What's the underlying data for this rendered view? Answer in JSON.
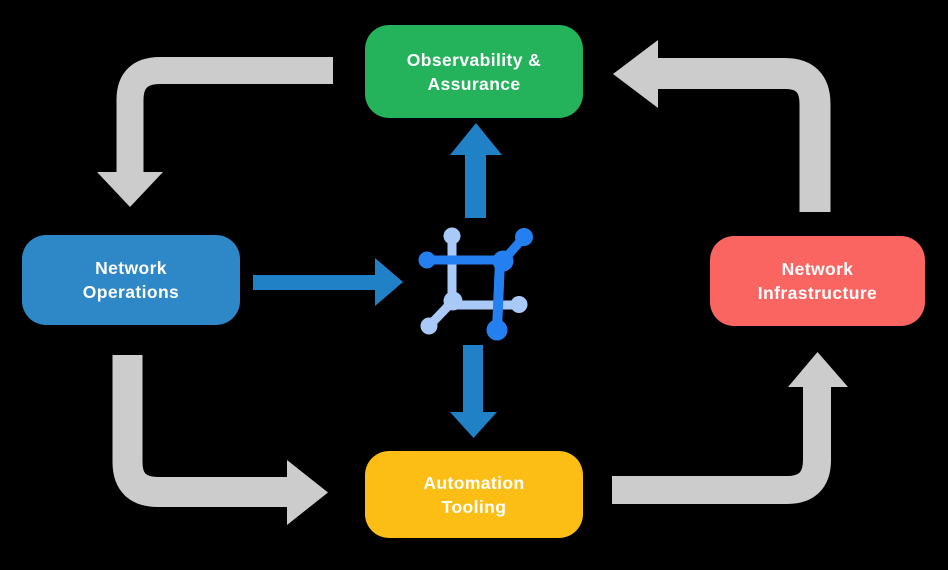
{
  "colors": {
    "background": "#000000",
    "green": "#24b25a",
    "blue": "#2e87c7",
    "red": "#fa6461",
    "yellow": "#fcbe14",
    "gray_arrow": "#cccccc",
    "blue_arrow": "#2181c6",
    "icon_dark": "#2480f0",
    "icon_light": "#a9c9f8",
    "text": "#ffffff"
  },
  "nodes": {
    "observability": {
      "line1": "Observability &",
      "line2": "Assurance"
    },
    "operations": {
      "line1": "Network",
      "line2": "Operations"
    },
    "infrastructure": {
      "line1": "Network",
      "line2": "Infrastructure"
    },
    "automation": {
      "line1": "Automation",
      "line2": "Tooling"
    }
  },
  "icon": {
    "name": "network-mesh-icon"
  }
}
